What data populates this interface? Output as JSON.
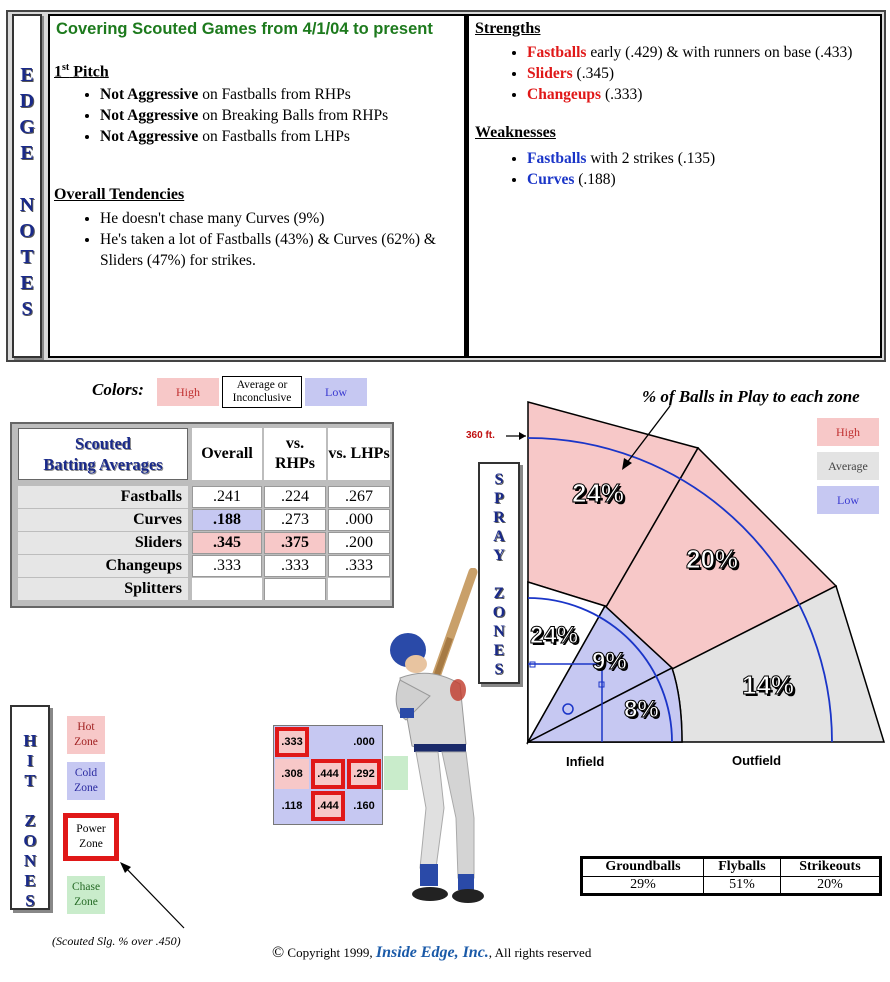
{
  "edge_notes": {
    "strip_letters": [
      "E",
      "D",
      "G",
      "E",
      "",
      "N",
      "O",
      "T",
      "E",
      "S"
    ],
    "title": "Covering Scouted Games from 4/1/04 to present",
    "first_pitch": {
      "heading_num": "1",
      "heading_sup": "st",
      "heading_text": " Pitch",
      "items": [
        {
          "bold": "Not Aggressive",
          "rest": " on Fastballs from RHPs"
        },
        {
          "bold": "Not Aggressive",
          "rest": " on Breaking Balls from RHPs"
        },
        {
          "bold": "Not Aggressive",
          "rest": " on Fastballs from LHPs"
        }
      ]
    },
    "tendencies": {
      "heading": "Overall Tendencies",
      "items": [
        "He doesn't chase many Curves (9%)",
        "He's taken a lot of Fastballs (43%) & Curves (62%) & Sliders (47%) for strikes."
      ]
    },
    "strengths": {
      "heading": "Strengths",
      "items": [
        {
          "pitch": "Fastballs",
          "rest": " early (.429) & with runners on base (.433)"
        },
        {
          "pitch": "Sliders",
          "rest": " (.345)"
        },
        {
          "pitch": "Changeups",
          "rest": " (.333)"
        }
      ]
    },
    "weaknesses": {
      "heading": "Weaknesses",
      "items": [
        {
          "pitch": "Fastballs",
          "rest": " with 2 strikes (.135)"
        },
        {
          "pitch": "Curves",
          "rest": " (.188)"
        }
      ]
    }
  },
  "colors_legend": {
    "label": "Colors:",
    "high": "High",
    "average": "Average or Inconclusive",
    "low": "Low",
    "high_color": "#f7c8c8",
    "low_color": "#c6c8f2"
  },
  "batting_table": {
    "title_line1": "Scouted",
    "title_line2": "Batting Averages",
    "col_overall": "Overall",
    "col_rhp": "vs. RHPs",
    "col_lhp": "vs. LHPs",
    "rows": [
      {
        "label": "Fastballs",
        "overall": ".241",
        "rhp": ".224",
        "lhp": ".267"
      },
      {
        "label": "Curves",
        "overall": ".188",
        "rhp": ".273",
        "lhp": ".000"
      },
      {
        "label": "Sliders",
        "overall": ".345",
        "rhp": ".375",
        "lhp": ".200"
      },
      {
        "label": "Changeups",
        "overall": ".333",
        "rhp": ".333",
        "lhp": ".333"
      },
      {
        "label": "Splitters",
        "overall": "",
        "rhp": "",
        "lhp": ""
      }
    ]
  },
  "hit_zones": {
    "strip_letters": [
      "H",
      "I",
      "T",
      "",
      "Z",
      "O",
      "N",
      "E",
      "S"
    ],
    "hot": "Hot Zone",
    "cold": "Cold Zone",
    "power": "Power Zone",
    "chase": "Chase Zone",
    "note": "(Scouted Slg. % over .450)",
    "grid": [
      [
        ".333",
        "",
        ".000"
      ],
      [
        ".308",
        ".444",
        ".292"
      ],
      [
        ".118",
        ".444",
        ".160"
      ]
    ]
  },
  "spray": {
    "strip_letters": [
      "S",
      "P",
      "R",
      "A",
      "Y",
      "",
      "Z",
      "O",
      "N",
      "E",
      "S"
    ],
    "caption": "% of Balls in Play to each zone",
    "distance": "360 ft.",
    "zones": {
      "left_field": "24%",
      "center_field": "20%",
      "right_field": "14%",
      "if_left": "24%",
      "if_mid": "9%",
      "if_right": "8%"
    },
    "legend": {
      "high": "High",
      "average": "Average",
      "low": "Low"
    },
    "infield_label": "Infield",
    "outfield_label": "Outfield"
  },
  "ball_type": {
    "headers": [
      "Groundballs",
      "Flyballs",
      "Strikeouts"
    ],
    "values": [
      "29%",
      "51%",
      "20%"
    ]
  },
  "copyright": {
    "symbol": "©",
    "pre": " Copyright 1999, ",
    "company": "Inside Edge, Inc.",
    "post": ", All rights reserved"
  }
}
